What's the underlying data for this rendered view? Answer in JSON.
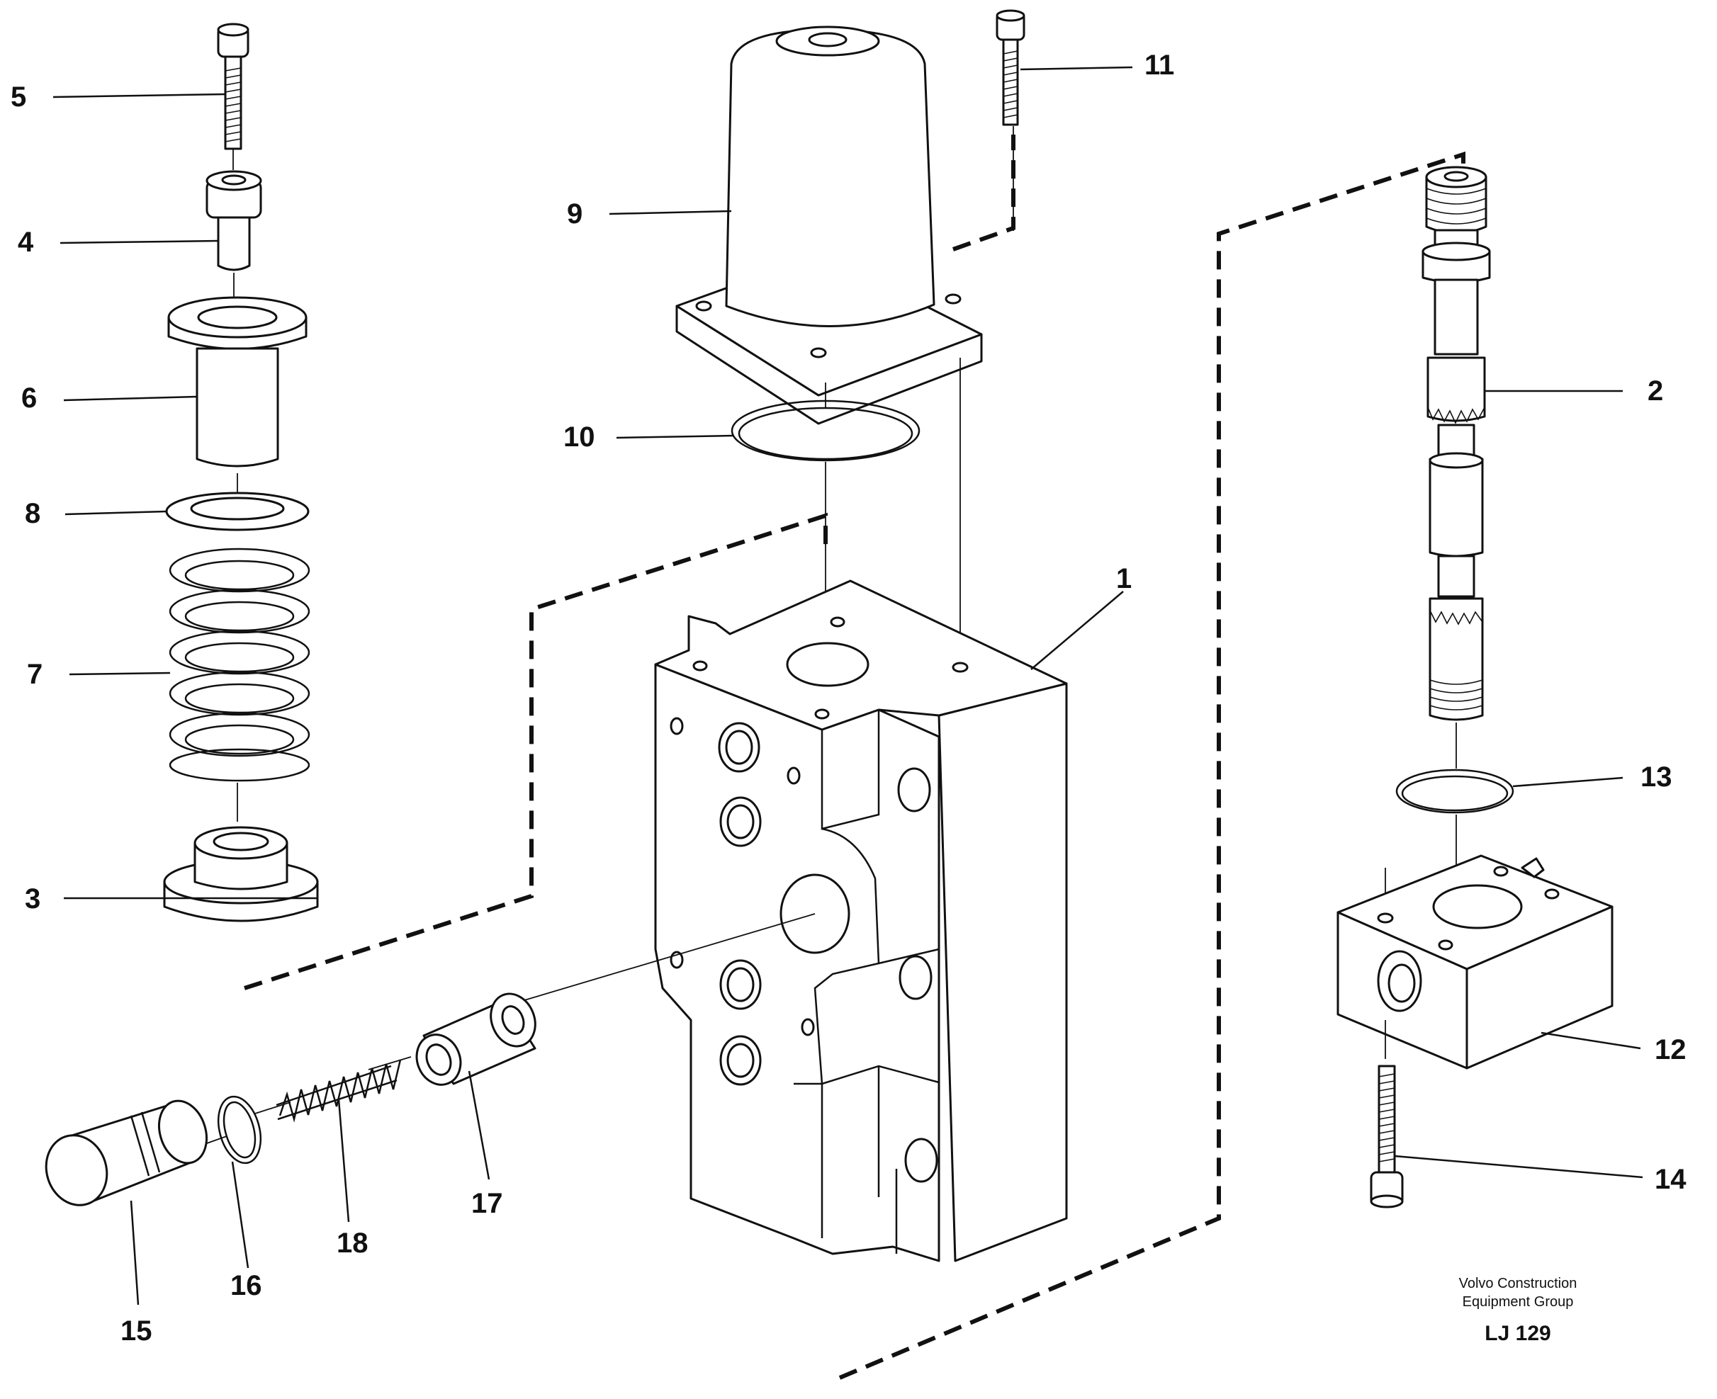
{
  "callouts": {
    "c1": "1",
    "c2": "2",
    "c3": "3",
    "c4": "4",
    "c5": "5",
    "c6": "6",
    "c7": "7",
    "c8": "8",
    "c9": "9",
    "c10": "10",
    "c11": "11",
    "c12": "12",
    "c13": "13",
    "c14": "14",
    "c15": "15",
    "c16": "16",
    "c17": "17",
    "c18": "18"
  },
  "credit": {
    "line1": "Volvo Construction",
    "line2": "Equipment Group",
    "code": "LJ 129"
  }
}
